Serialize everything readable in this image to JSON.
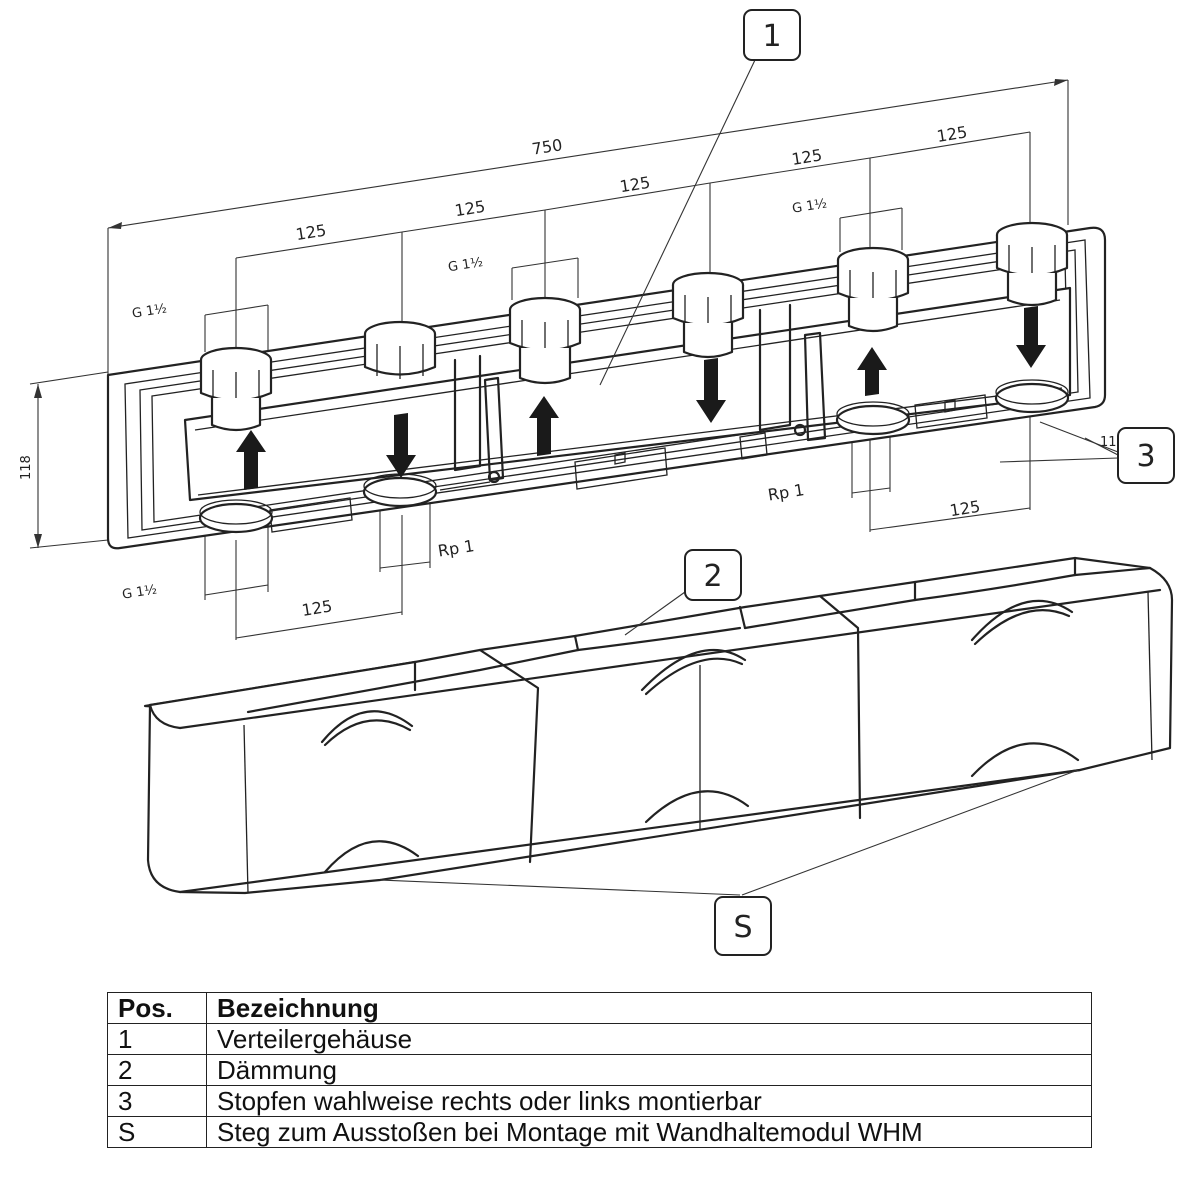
{
  "callouts": {
    "c1": "1",
    "c2": "2",
    "c3": "3",
    "cS": "S"
  },
  "dimensions": {
    "total_length": "750",
    "height": "118",
    "spacing_1": "125",
    "spacing_2": "125",
    "spacing_3": "125",
    "spacing_4": "125",
    "spacing_5": "125",
    "spacing_bottom_left": "125",
    "spacing_bottom_right": "125",
    "thread_g_1": "G 1½",
    "thread_g_2": "G 1½",
    "thread_g_3": "G 1½",
    "thread_g_4": "G 1½",
    "thread_rp_1": "Rp 1",
    "thread_rp_2": "Rp 1",
    "small_11": "11"
  },
  "legend": {
    "header_pos": "Pos.",
    "header_name": "Bezeichnung",
    "rows": [
      {
        "pos": "1",
        "name": "Verteilergehäuse"
      },
      {
        "pos": "2",
        "name": "Dämmung"
      },
      {
        "pos": "3",
        "name": "Stopfen wahlweise rechts oder links montierbar"
      },
      {
        "pos": "S",
        "name": "Steg zum Ausstoßen bei Montage mit Wandhaltemodul WHM"
      }
    ]
  }
}
